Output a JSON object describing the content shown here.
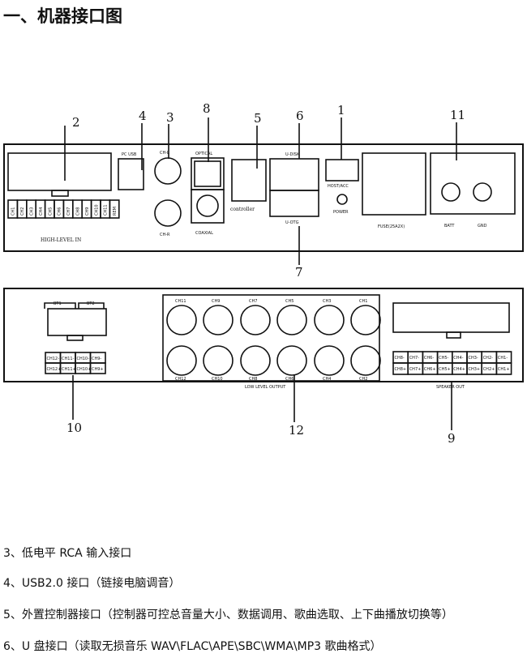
{
  "title": "一、机器接口图",
  "callouts": [
    "1",
    "2",
    "3",
    "4",
    "5",
    "6",
    "7",
    "8",
    "9",
    "10",
    "11",
    "12"
  ],
  "top_panel": {
    "pc_usb": "PC USB",
    "ch_l": "CH-L",
    "ch_r": "CH-R",
    "optical": "OPTICAL",
    "coaxial": "COAXIAL",
    "u_disk": "U-DISK",
    "u_otg": "U-OTG",
    "controller": "controller",
    "host_acc": "HOST/ACC",
    "power": "POWER",
    "fuse": "FUSE(25A2X)",
    "batt": "BATT",
    "gnd": "GND",
    "high_level_in": "HIGH-LEVEL IN",
    "hl_pins": [
      "CH1",
      "CH2",
      "CH3",
      "CH4",
      "CH5",
      "CH6",
      "CH7",
      "CH8",
      "CH9",
      "CH10",
      "CH11",
      "REM"
    ]
  },
  "bottom_panel": {
    "bt1": "BT1",
    "bt2": "BT2",
    "ch_top": [
      "CH11",
      "CH9",
      "CH7",
      "CH5",
      "CH3",
      "CH1"
    ],
    "ch_bottom": [
      "CH12",
      "CH10",
      "CH8",
      "CH6",
      "CH4",
      "CH2"
    ],
    "low_level_output": "LOW LEVEL OUTPUT",
    "speaker_out": "SPEAKER OUT",
    "bt_pins_top": [
      "CH12-",
      "CH11-",
      "CH10-",
      "CH9-"
    ],
    "bt_pins_bottom": [
      "CH12+",
      "CH11+",
      "CH10+",
      "CH9+"
    ],
    "spk_pins_top": [
      "CH8-",
      "CH7-",
      "CH6-",
      "CH5-",
      "CH4-",
      "CH3-",
      "CH2-",
      "CH1-"
    ],
    "spk_pins_bottom": [
      "CH8+",
      "CH7+",
      "CH6+",
      "CH5+",
      "CH4+",
      "CH3+",
      "CH2+",
      "CH1+"
    ]
  },
  "descriptions": [
    "3、低电平 RCA 输入接口",
    "4、USB2.0 接口（链接电脑调音）",
    "5、外置控制器接口（控制器可控总音量大小、数据调用、歌曲选取、上下曲播放切换等）",
    "6、U 盘接口（读取无损音乐 WAV\\FLAC\\APE\\SBC\\WMA\\MP3 歌曲格式）"
  ]
}
